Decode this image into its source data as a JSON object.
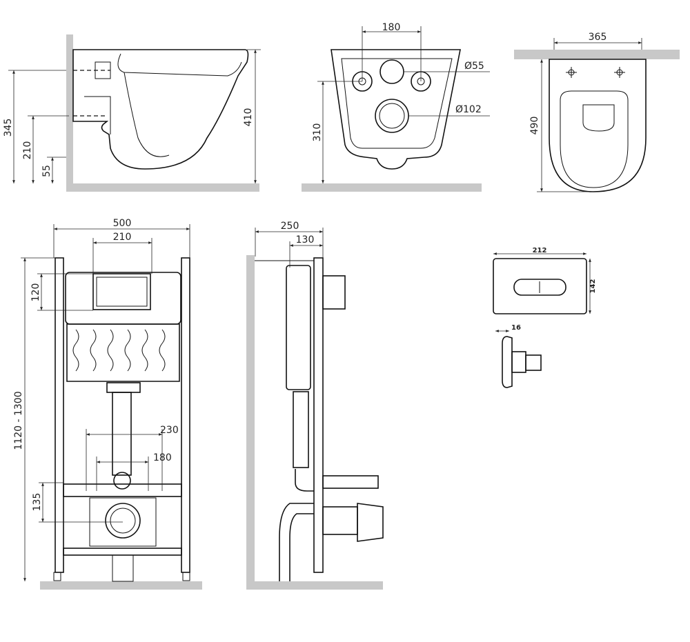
{
  "side_view": {
    "d_345": "345",
    "d_210": "210",
    "d_55": "55",
    "d_410": "410"
  },
  "front_view": {
    "d_180": "180",
    "d_55": "Ø55",
    "d_102": "Ø102",
    "d_310": "310"
  },
  "top_view": {
    "d_365": "365",
    "d_490": "490"
  },
  "frame_front": {
    "d_500": "500",
    "d_210": "210",
    "d_120": "120",
    "d_height": "1120 - 1300",
    "d_230": "230",
    "d_180": "180",
    "d_135": "135"
  },
  "frame_side": {
    "d_250": "250",
    "d_130": "130"
  },
  "flush_plate": {
    "d_212": "212",
    "d_142": "142",
    "d_16": "16"
  }
}
